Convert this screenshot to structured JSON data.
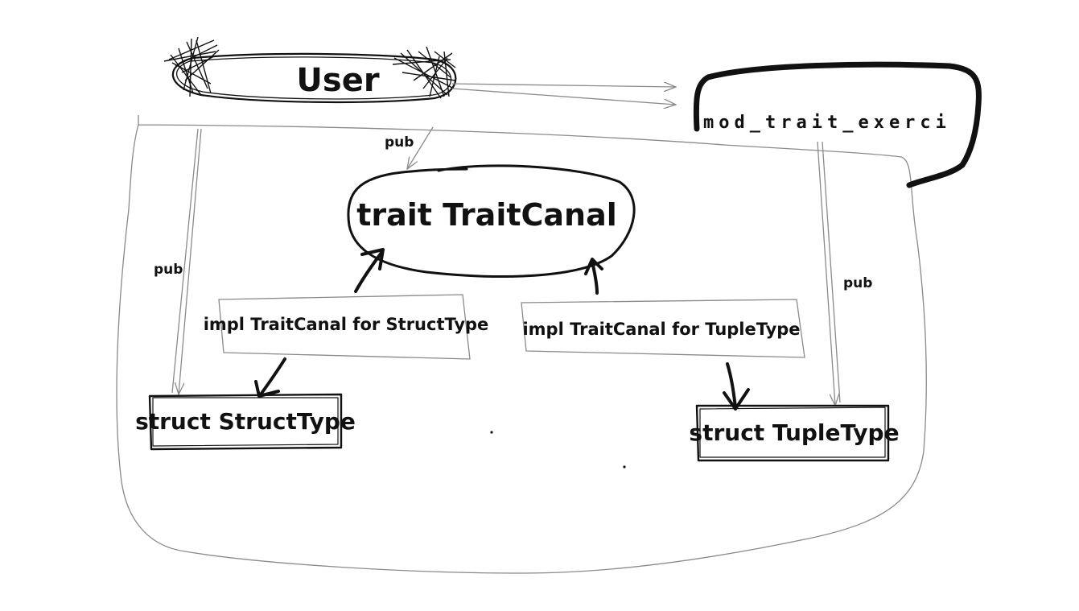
{
  "nodes": {
    "user": "User",
    "module": "mod_trait_exerci",
    "trait": "trait TraitCanal",
    "impl_struct": "impl TraitCanal for StructType",
    "impl_tuple": "impl TraitCanal for TupleType",
    "struct_struct": "struct StructType",
    "struct_tuple": "struct TupleType"
  },
  "edge_labels": {
    "pub_top": "pub",
    "pub_left": "pub",
    "pub_right": "pub"
  },
  "colors": {
    "ink": "#111111",
    "thin_line": "#8a8a8a",
    "background": "#ffffff"
  }
}
